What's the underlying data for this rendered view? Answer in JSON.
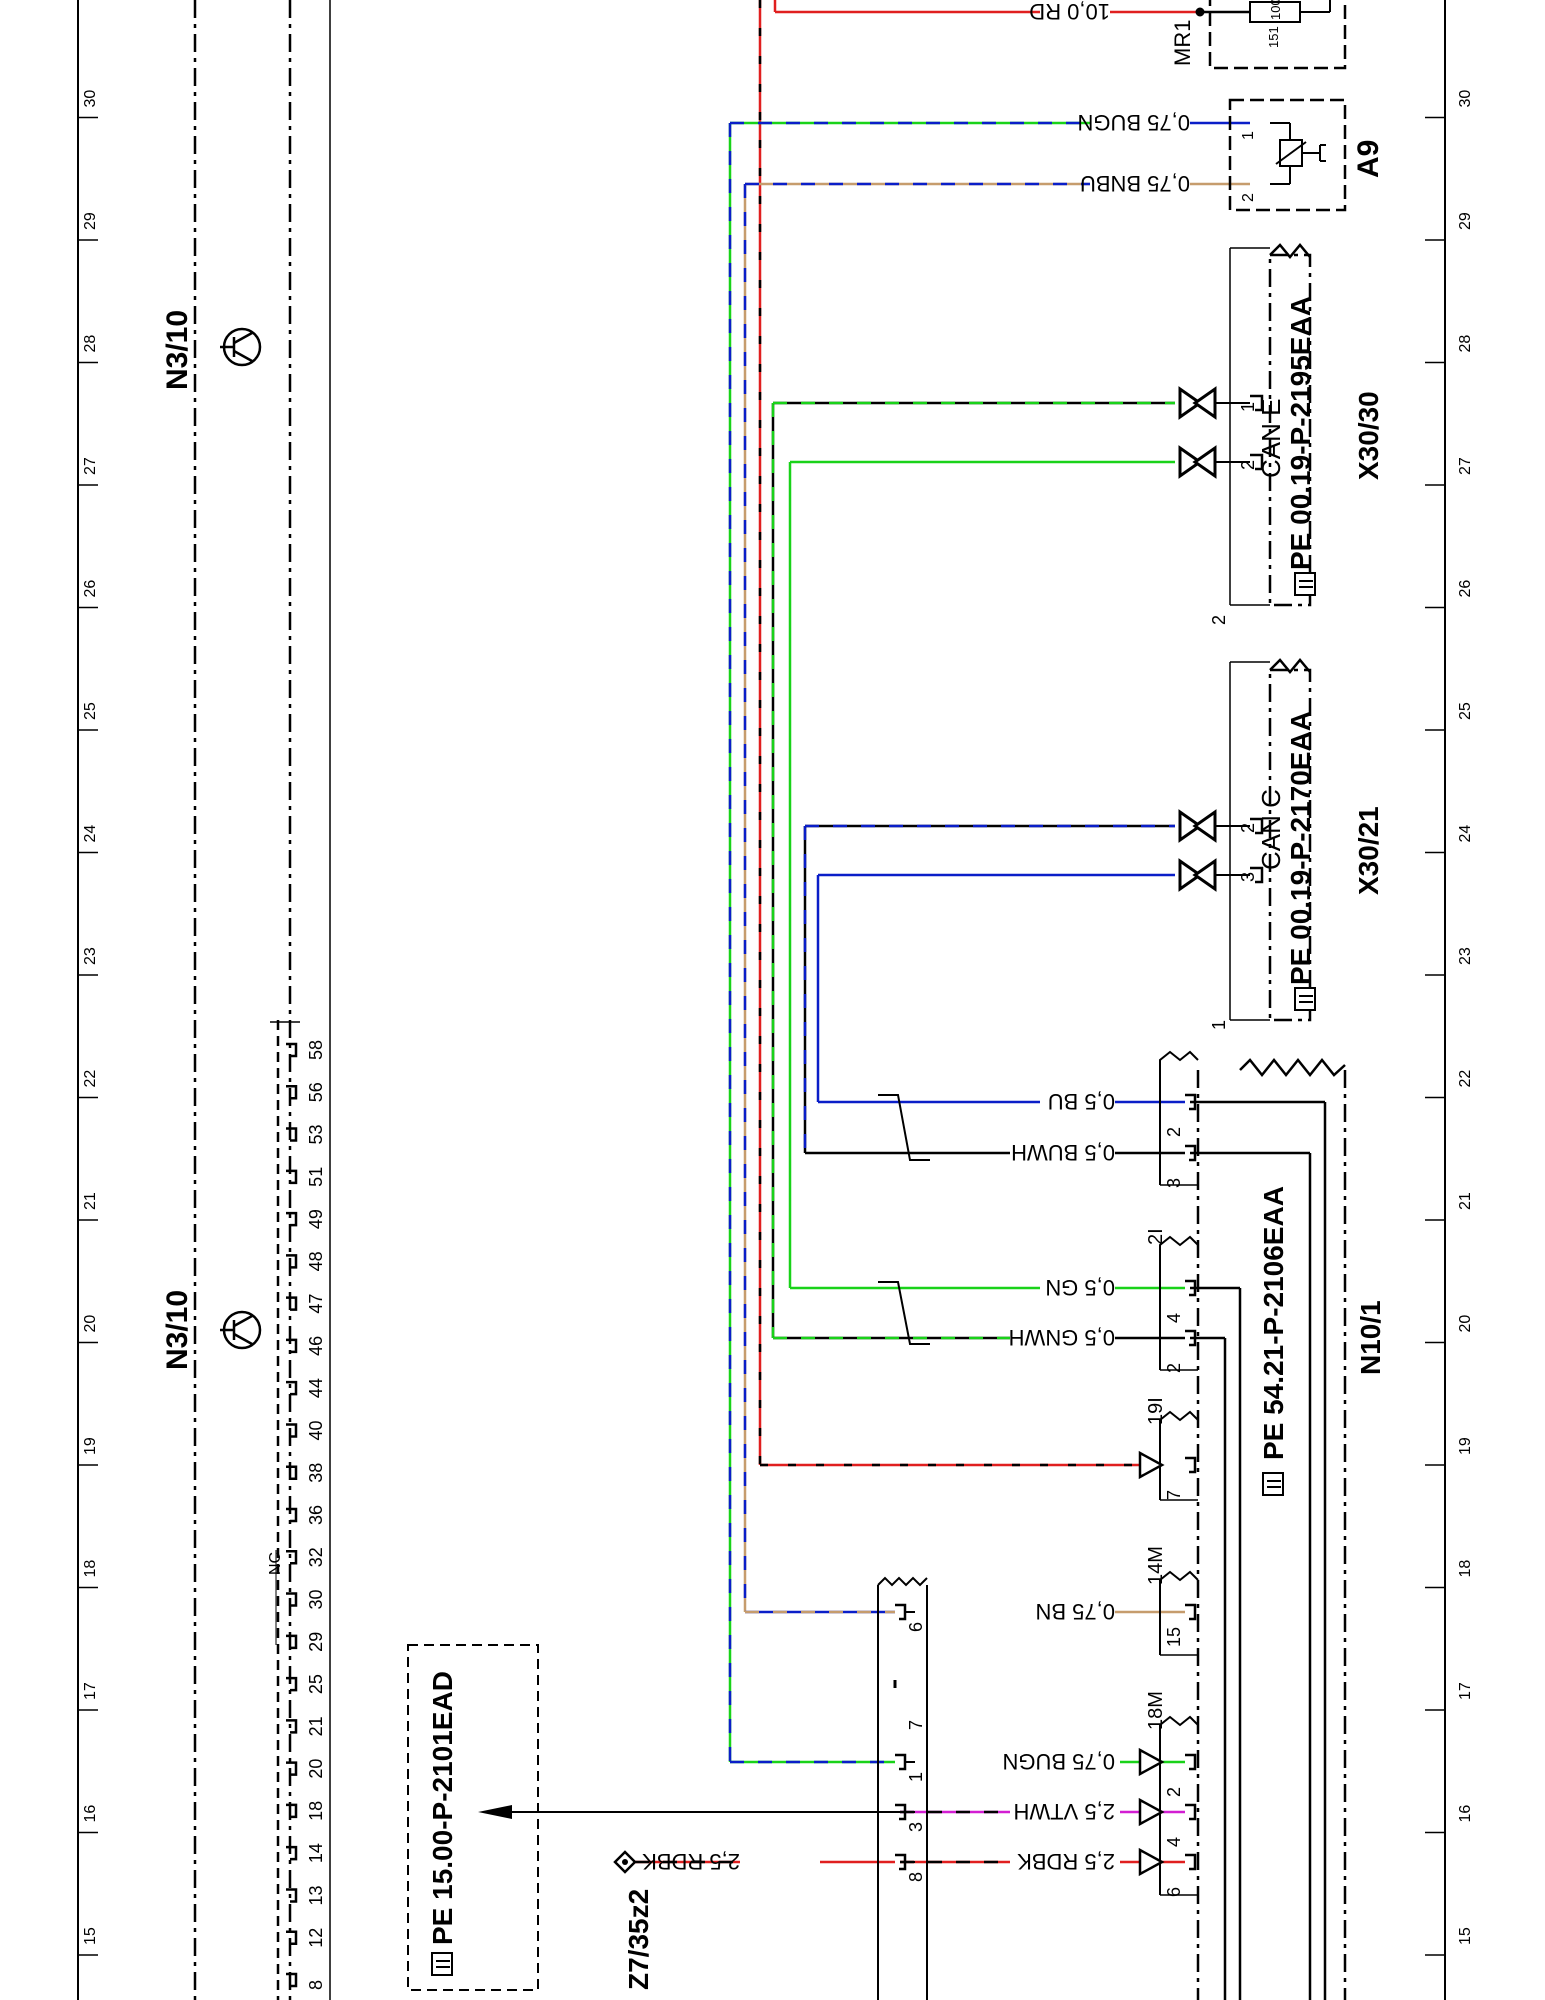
{
  "colors": {
    "red": "#e01f1f",
    "blue": "#0a1ec8",
    "green": "#19d219",
    "brown": "#c69c6d",
    "violet": "#d21ed2",
    "black": "#000000",
    "white": "#ffffff"
  },
  "grid_columns": [
    "15",
    "16",
    "17",
    "18",
    "19",
    "20",
    "21",
    "22",
    "23",
    "24",
    "25",
    "26",
    "27",
    "28",
    "29",
    "30"
  ],
  "control_units": {
    "n3_10_a": "N3/10",
    "n3_10_b": "N3/10",
    "n10_1": "N10/1",
    "a9": "A9",
    "mr1": "MR1",
    "z7_35z2": "Z7/35z2"
  },
  "transistor_icon": "transistor-symbol-icon",
  "pin_strip": {
    "pins": [
      "8",
      "12",
      "13",
      "14",
      "18",
      "20",
      "21",
      "25",
      "29",
      "30",
      "32",
      "36",
      "38",
      "40",
      "44",
      "46",
      "47",
      "48",
      "49",
      "51",
      "53",
      "56",
      "58"
    ],
    "nc_label": "NC"
  },
  "references": {
    "pe_1500": "PE 15.00-P-2101EAD",
    "pe_5421": "PE 54.21-P-2106EAA",
    "pe_0019_2170": "PE 00.19-P-2170EAA",
    "pe_0019_2195": "PE 00.19-P-2195EAA",
    "hand_icon": "pointing-hand-icon"
  },
  "connectors": {
    "x30_21": {
      "name": "X30/21",
      "bus": "CAN C",
      "pins": [
        "3",
        "2"
      ],
      "corner": "1"
    },
    "x30_30": {
      "name": "X30/30",
      "bus": "CAN E",
      "pins": [
        "2",
        "1"
      ],
      "corner": "2"
    },
    "a9_pins": [
      "2",
      "1"
    ],
    "mr1_values": [
      "151",
      "100"
    ]
  },
  "n10_1_blocks": [
    {
      "label": "18M",
      "pins": [
        "6",
        "4",
        "2"
      ]
    },
    {
      "label": "14M",
      "pins": [
        "15"
      ]
    },
    {
      "label": "19I",
      "pins": [
        "7"
      ]
    },
    {
      "label": "2I",
      "pins": [
        "2",
        "4"
      ]
    },
    {
      "label": "",
      "pins": [
        "3",
        "2"
      ]
    }
  ],
  "connector_z7": {
    "pins": [
      "8",
      "3",
      "1",
      "7",
      "6"
    ]
  },
  "wires": [
    {
      "label": "2,5 RDBK",
      "color": "red+black"
    },
    {
      "label": "2,5 RDBK",
      "color": "red+black"
    },
    {
      "label": "2,5 VTWH",
      "color": "violet+white"
    },
    {
      "label": "0,75 BUGN",
      "color": "blue+green"
    },
    {
      "label": "0,75 BN",
      "color": "brown"
    },
    {
      "label": "0,5 GNWH",
      "color": "green+white"
    },
    {
      "label": "0,5 GN",
      "color": "green"
    },
    {
      "label": "0,5 BUWH",
      "color": "blue+white"
    },
    {
      "label": "0,5 BU",
      "color": "blue"
    },
    {
      "label": "0,75 BNBU",
      "color": "brown+blue"
    },
    {
      "label": "0,75 BUGN",
      "color": "blue+green"
    },
    {
      "label": "10,0 RD",
      "color": "red"
    }
  ]
}
